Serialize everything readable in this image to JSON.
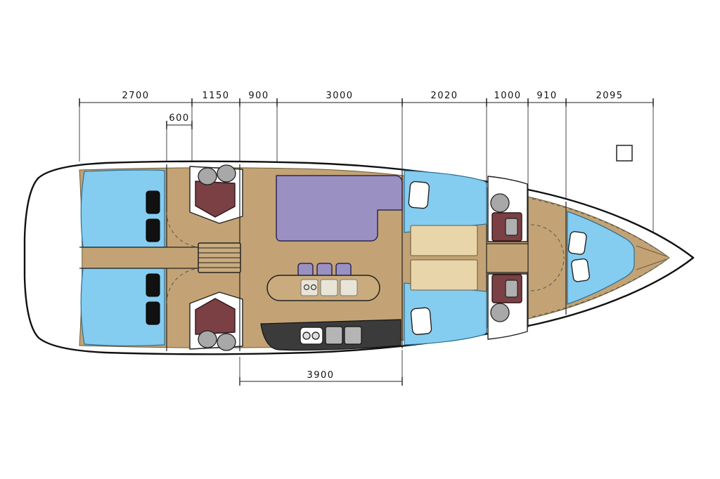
{
  "diagram": {
    "dimensions_top": [
      {
        "label": "2700"
      },
      {
        "label": "1150"
      },
      {
        "label": "900"
      },
      {
        "label": "3000"
      },
      {
        "label": "2020"
      },
      {
        "label": "1000"
      },
      {
        "label": "910"
      },
      {
        "label": "2095"
      }
    ],
    "dimension_sub": {
      "label": "600"
    },
    "dimension_bottom": {
      "label": "3900"
    },
    "colors": {
      "floor_tan": "#c3a375",
      "cabin_blue": "#85cdf0",
      "settee_purple": "#9b90c2",
      "wet_unit_maroon": "#7a4044",
      "galley_dark": "#3b3b3b",
      "fixture_gray": "#a8a8a8",
      "panel_light": "#e8d5a9",
      "outline": "#111111"
    }
  }
}
